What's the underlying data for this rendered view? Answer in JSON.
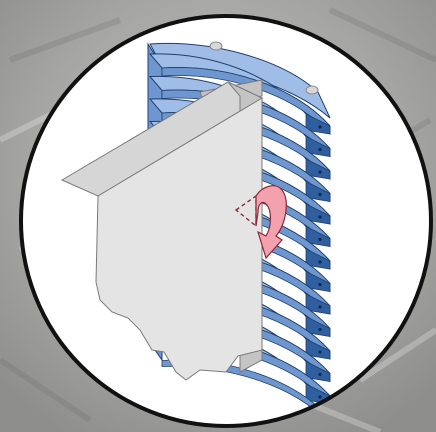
{
  "diagram": {
    "colors": {
      "background": "#a9a9a7",
      "circle_fill": "#ffffff",
      "circle_stroke": "#111111",
      "fin_light": "#9fbde6",
      "fin_mid": "#6f97cf",
      "fin_dark": "#2f5f9e",
      "fin_outline": "#1f3f6e",
      "panel_front": "#e4e4e4",
      "panel_top": "#d6d6d6",
      "panel_side": "#c4c4c4",
      "panel_outline": "#7a7a7a",
      "arrow_fill": "#f2a1ad",
      "arrow_outline": "#8a2a3a"
    },
    "fin_count": 13,
    "icon_names": [
      "magnifier-circle",
      "heatsink-fins",
      "mounting-panel",
      "rotate-arrow-icon"
    ]
  }
}
